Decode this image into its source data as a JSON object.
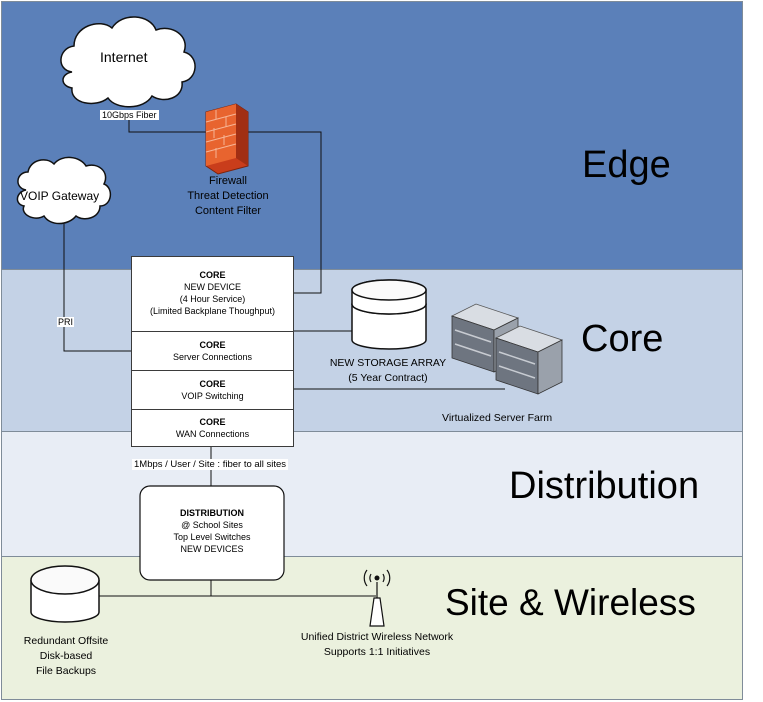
{
  "zones": {
    "edge": "Edge",
    "core": "Core",
    "distribution": "Distribution",
    "site": "Site & Wireless"
  },
  "internet": {
    "label": "Internet",
    "link": "10Gbps Fiber"
  },
  "voip_gateway": {
    "label": "VOIP Gateway",
    "link": "PRI"
  },
  "firewall": {
    "line1": "Firewall",
    "line2": "Threat Detection",
    "line3": "Content Filter"
  },
  "core_blocks": [
    {
      "title": "CORE",
      "line1": "NEW DEVICE",
      "line2": "(4 Hour Service)",
      "line3": "(Limited Backplane Thoughput)"
    },
    {
      "title": "CORE",
      "line1": "Server Connections"
    },
    {
      "title": "CORE",
      "line1": "VOIP Switching"
    },
    {
      "title": "CORE",
      "line1": "WAN Connections"
    }
  ],
  "storage": {
    "line1": "NEW STORAGE ARRAY",
    "line2": "(5 Year Contract)"
  },
  "server_farm": {
    "label": "Virtualized Server Farm"
  },
  "wan_link": "1Mbps / User / Site : fiber to all sites",
  "distribution": {
    "title": "DISTRIBUTION",
    "line1": "@ School Sites",
    "line2": "Top Level Switches",
    "line3": "NEW DEVICES"
  },
  "backups": {
    "line1": "Redundant Offsite",
    "line2": "Disk-based",
    "line3": "File Backups"
  },
  "wireless": {
    "line1": "Unified District Wireless Network",
    "line2": "Supports 1:1 Initiatives"
  },
  "colors": {
    "edge": "#5b80b9",
    "core": "#c4d2e6",
    "distribution": "#e8edf5",
    "site": "#ebf1de",
    "firewall": "#e85a2c"
  }
}
